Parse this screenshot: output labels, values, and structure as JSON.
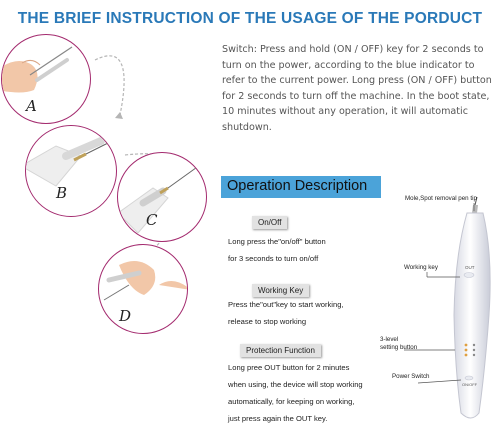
{
  "title": "THE BRIEF INSTRUCTION OF THE USAGE OF THE PORDUCT",
  "switch_text": "Switch: Press and hold (ON / OFF) key for 2 seconds to turn on the power, according to the blue indicator to refer to the current power. Long press (ON / OFF) button for 2 seconds to turn off the machine. In the boot state, 10 minutes without any operation, it will automatic shutdown.",
  "steps": [
    {
      "letter": "A"
    },
    {
      "letter": "B"
    },
    {
      "letter": "C"
    },
    {
      "letter": "D"
    }
  ],
  "operation": {
    "heading": "Operation Description",
    "sections": [
      {
        "tag": "On/Off",
        "lines": [
          "Long press the\"on/off\" button",
          "for 3 seconds to turn on/off"
        ]
      },
      {
        "tag": "Working Key",
        "lines": [
          "Press the\"out\"key to start working,",
          "release to stop working"
        ]
      },
      {
        "tag": "Protection Function",
        "lines": [
          "Long pree OUT button for 2 minutes",
          "when using, the device will stop working",
          "automatically, for keeping on working,",
          "just press again the OUT key."
        ]
      }
    ]
  },
  "pen_labels": {
    "tip": "Mole,Spot removal pen tip",
    "working_key": "Working key",
    "setting_line1": "3-level",
    "setting_line2": "setting button",
    "power": "Power Switch",
    "out_text": "OUT",
    "power_text": "ON/OFF"
  }
}
